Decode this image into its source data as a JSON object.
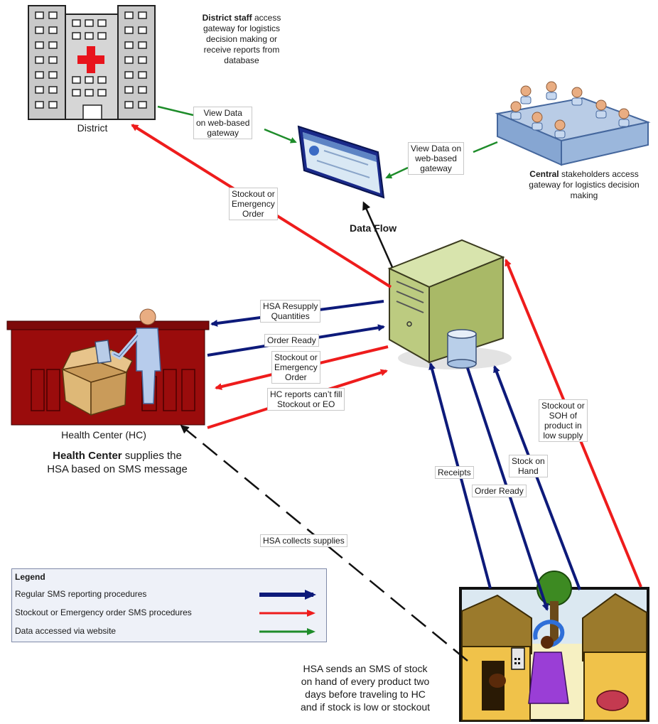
{
  "nodes": {
    "district": {
      "label": "District"
    },
    "health_center": {
      "label": "Health Center (HC)"
    },
    "data_flow": {
      "label": "Data Flow"
    }
  },
  "descriptions": {
    "district": {
      "bold": "District staff",
      "text_1": " access",
      "line_2": "gateway for logistics",
      "line_3": "decision making or",
      "line_4": "receive reports from",
      "line_5": "database"
    },
    "central": {
      "bold": "Central",
      "text_1": " stakeholders access",
      "line_2": "gateway for logistics decision",
      "line_3": "making"
    },
    "health_center": {
      "bold": "Health Center",
      "text_1": " supplies the",
      "line_2": "HSA based on SMS message"
    },
    "hsa": {
      "line_1": "HSA sends an SMS of stock",
      "line_2": "on hand of every product two",
      "line_3": "days before traveling to HC",
      "line_4": "and if stock is low or stockout"
    }
  },
  "edge_labels": {
    "district_view": [
      "View Data",
      "on web-based",
      "gateway"
    ],
    "central_view": [
      "View Data on",
      "web-based",
      "gateway"
    ],
    "district_stockout": [
      "Stockout or",
      "Emergency",
      "Order"
    ],
    "hsa_resupply": [
      "HSA Resupply",
      "Quantities"
    ],
    "hc_order_ready": [
      "Order Ready"
    ],
    "hc_stockout": [
      "Stockout or",
      "Emergency",
      "Order"
    ],
    "hc_cant_fill": [
      "HC reports can’t fill",
      "Stockout or EO"
    ],
    "receipts": [
      "Receipts"
    ],
    "order_ready": [
      "Order Ready"
    ],
    "stock_on_hand": [
      "Stock on",
      "Hand"
    ],
    "soh_low": [
      "Stockout or",
      "SOH of",
      "product in",
      "low supply"
    ],
    "hsa_collects": [
      "HSA collects supplies"
    ]
  },
  "legend": {
    "title": "Legend",
    "items": [
      {
        "label": "Regular SMS reporting procedures",
        "color": "#0d1a7a"
      },
      {
        "label": "Stockout or Emergency order SMS procedures",
        "color": "#ee1c1c"
      },
      {
        "label": "Data accessed via website",
        "color": "#1e8c2a"
      }
    ]
  },
  "colors": {
    "sms_regular": "#0d1a7a",
    "sms_emergency": "#ee1c1c",
    "website": "#1e8c2a",
    "data_flow": "#111111",
    "dashed": "#111111"
  },
  "icons": [
    "hospital-building-icon",
    "web-gateway-icon",
    "meeting-table-icon",
    "database-server-icon",
    "health-center-icon",
    "village-hut-icon"
  ]
}
